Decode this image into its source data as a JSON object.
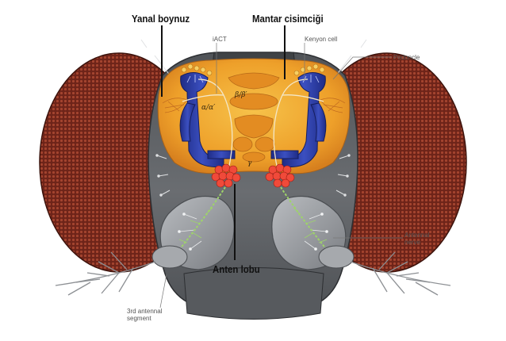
{
  "labels": {
    "lateral_horn": "Yanal boynuz",
    "mushroom_body": "Mantar cisimciği",
    "antennal_lobe": "Anten lobu",
    "iact": "iACT",
    "kenyon_cell": "Kenyon cell",
    "peduncle": "Peduncle",
    "antennal_nerve_1": "Antennal",
    "antennal_nerve_2": "nerve",
    "third_segment_1": "3rd antennal",
    "third_segment_2": "segment",
    "lobe_ab": "α/α′",
    "lobe_bb": "β/β′",
    "lobe_g": "γ"
  },
  "colors": {
    "compound_eye": "#7a2a1e",
    "head_capsule": "#5f6266",
    "brain": "#f0a52a",
    "mushroom_body": "#2a3a9c",
    "antennal_lobe": "#f04a3a",
    "antenna": "#8d9094"
  }
}
